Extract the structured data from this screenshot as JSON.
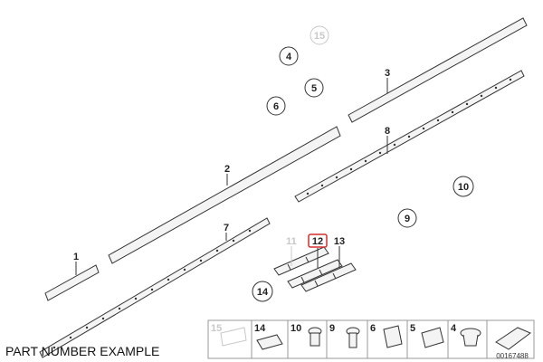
{
  "callouts": [
    {
      "id": "1",
      "label": "1"
    },
    {
      "id": "2",
      "label": "2"
    },
    {
      "id": "3",
      "label": "3"
    },
    {
      "id": "4",
      "label": "4"
    },
    {
      "id": "5",
      "label": "5"
    },
    {
      "id": "6",
      "label": "6"
    },
    {
      "id": "7",
      "label": "7"
    },
    {
      "id": "8",
      "label": "8"
    },
    {
      "id": "9",
      "label": "9"
    },
    {
      "id": "10",
      "label": "10"
    },
    {
      "id": "11",
      "label": "11"
    },
    {
      "id": "12",
      "label": "12"
    },
    {
      "id": "13",
      "label": "13"
    },
    {
      "id": "14",
      "label": "14"
    },
    {
      "id": "15",
      "label": "15"
    }
  ],
  "selected_part": "12",
  "strip": {
    "items": [
      "15",
      "14",
      "10",
      "9",
      "6",
      "5",
      "4"
    ]
  },
  "reference_number": "00167488",
  "caption": "PART NUMBER EXAMPLE",
  "colors": {
    "line": "#333333",
    "muted": "#c8c8c8",
    "highlight": "#d32f2f"
  }
}
